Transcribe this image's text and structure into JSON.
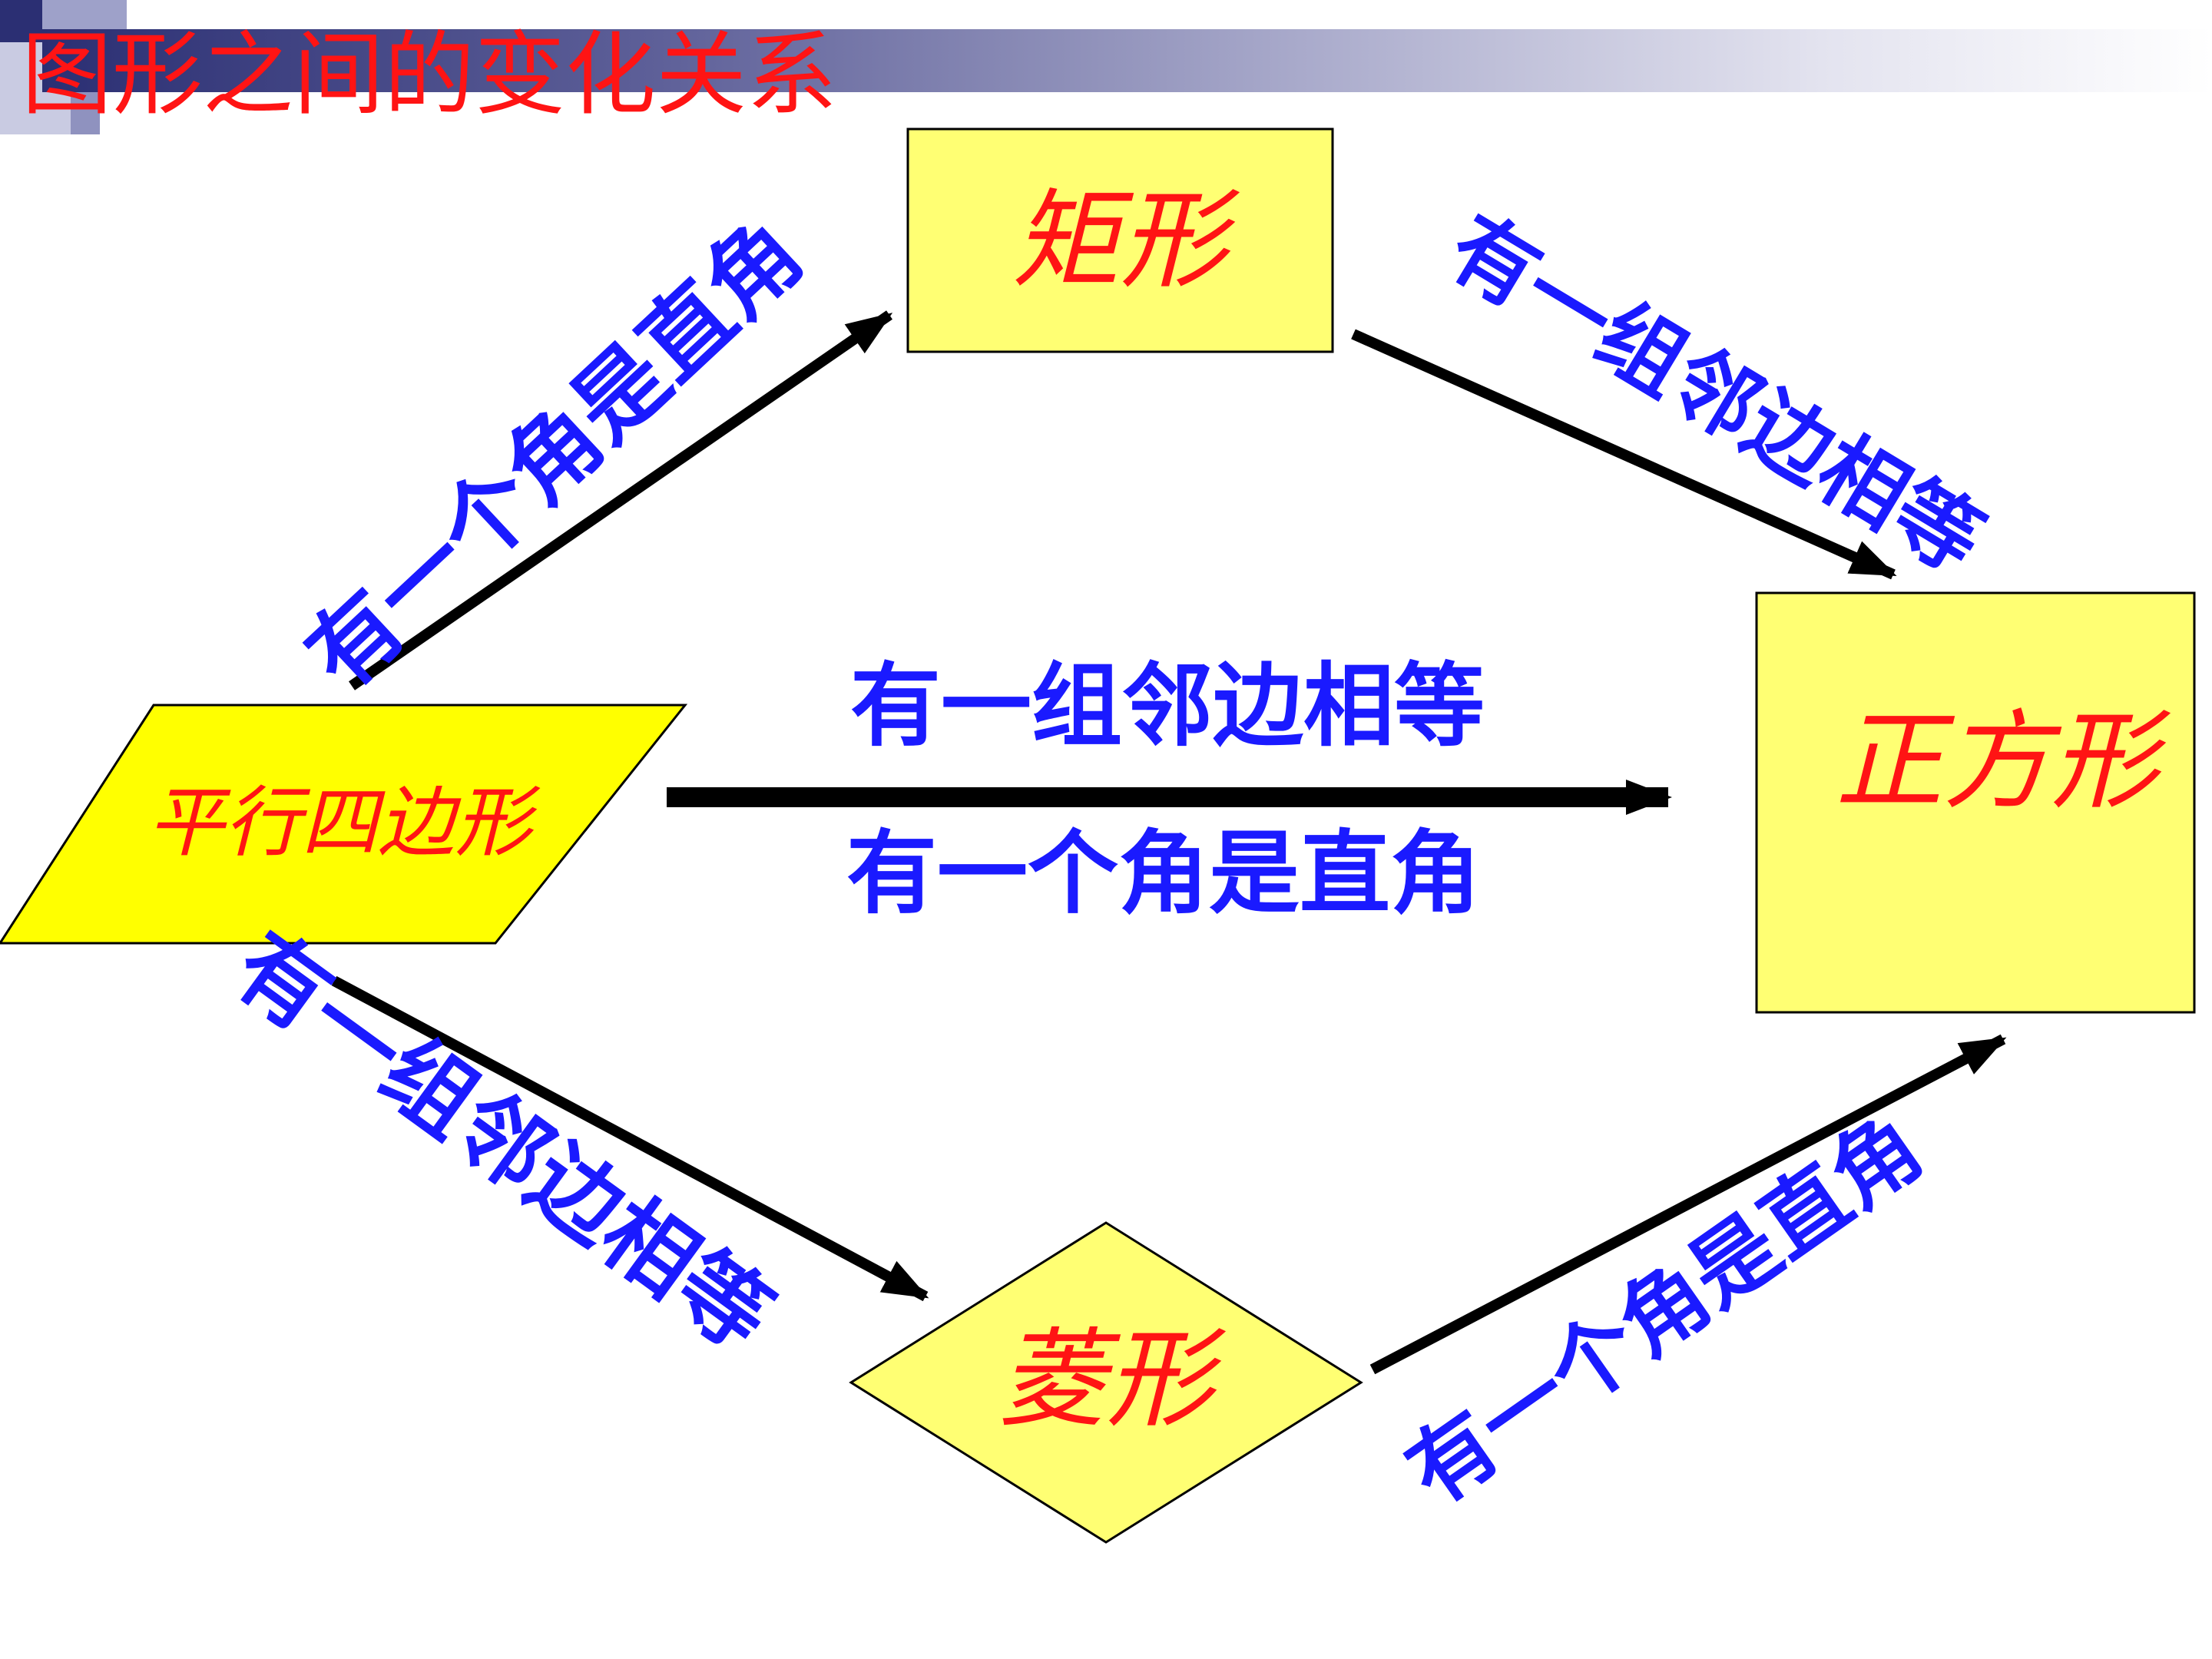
{
  "title": "图形之间的变化关系",
  "nodes": {
    "parallelogram": "平行四边形",
    "rectangle": "矩形",
    "rhombus": "菱形",
    "square": "正方形"
  },
  "edges": {
    "parallelogram_to_rectangle": "有一个角是直角",
    "rectangle_to_square": "有一组邻边相等",
    "parallelogram_to_square_line1": "有一组邻边相等",
    "parallelogram_to_square_line2": "有一个角是直角",
    "parallelogram_to_rhombus": "有一组邻边相等",
    "rhombus_to_square": "有一个角是直角"
  },
  "colors": {
    "shape_fill": "#ffff73",
    "parallelogram_fill": "#ffff00",
    "shape_text": "#ff1414",
    "edge_text": "#1a1aff",
    "arrow": "#000000",
    "title_text": "#ff1414",
    "title_bar_dark": "#2b2f73"
  }
}
